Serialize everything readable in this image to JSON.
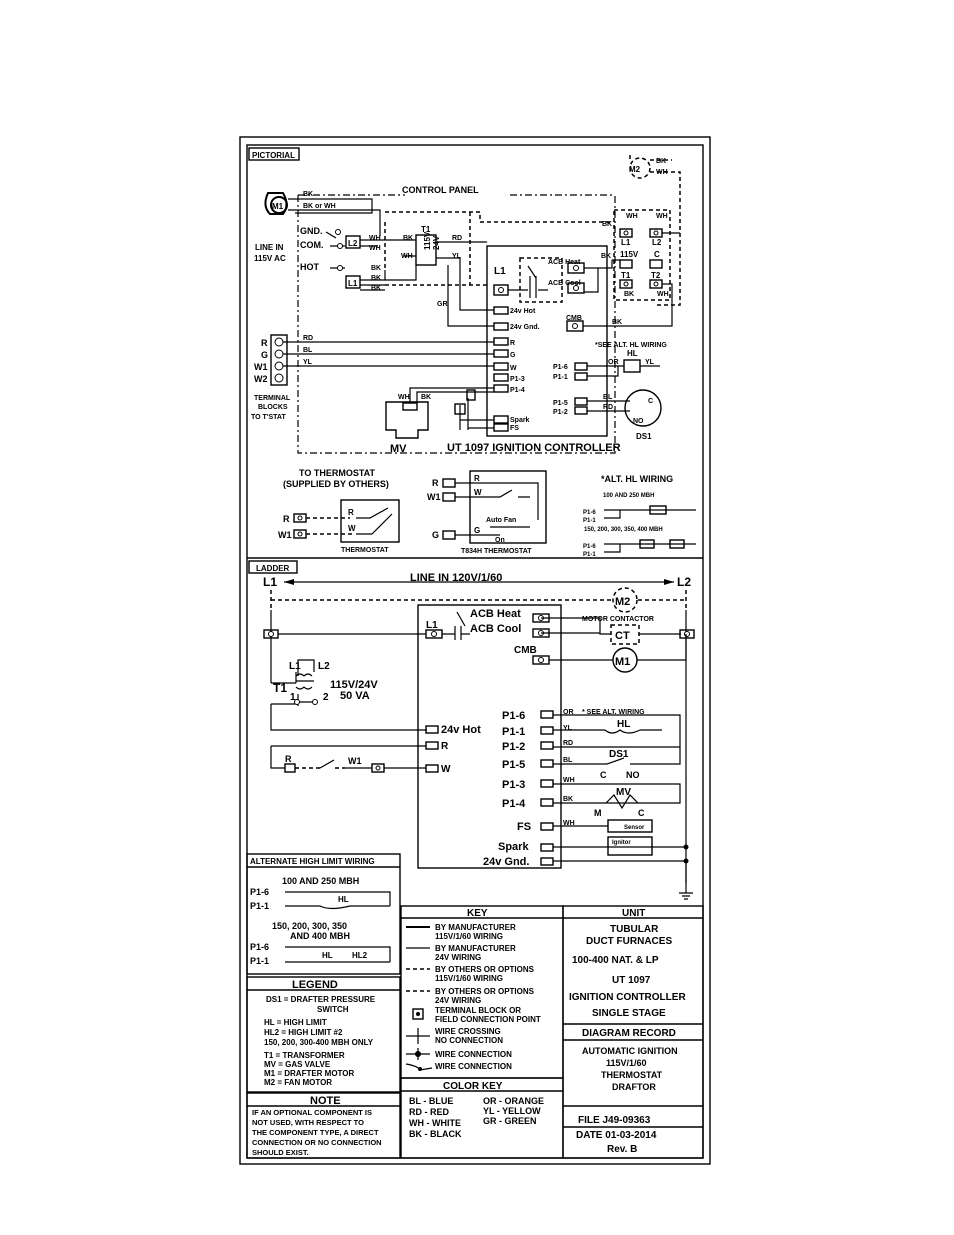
{
  "pictorial": {
    "section_label": "PICTORIAL",
    "control_panel": "CONTROL PANEL",
    "line_in": [
      "LINE IN",
      "115V AC"
    ],
    "gnd": "GND.",
    "com": "COM.",
    "hot": "HOT",
    "m1": "M1",
    "m2": "M2",
    "t1": "T1",
    "transformer_label": "24V",
    "transformer_label2": "115V",
    "l1": "L1",
    "l2": "L2",
    "wire_colors": {
      "bk": "BK",
      "wh": "WH",
      "bk_or_wh": "BK or WH",
      "rd": "RD",
      "yl": "YL",
      "gr": "GR",
      "bl": "BL",
      "or": "OR"
    },
    "acb_heat": "ACB Heat",
    "acb_cool": "ACB Cool",
    "cmb": "CMB",
    "controller_terminals": [
      "24v Hot",
      "24v Gnd.",
      "R",
      "G",
      "W",
      "P1-3",
      "P1-4",
      "Spark",
      "FS"
    ],
    "terminal_block_labels": [
      "R",
      "G",
      "W1",
      "W2"
    ],
    "terminal_blocks": [
      "TERMINAL",
      "BLOCKS",
      "TO T'STAT"
    ],
    "mv": "MV",
    "ds1": "DS1",
    "hl": "HL",
    "ut_label": "UT 1097 IGNITION CONTROLLER",
    "see_alt_hl": "*SEE ALT. HL WIRING",
    "p1_labels": [
      "P1-6",
      "P1-1",
      "P1-5",
      "P1-2"
    ],
    "contactor_labels": [
      "L1",
      "L2",
      "115V",
      "C",
      "T1",
      "T2"
    ],
    "to_thermostat": [
      "TO THERMOSTAT",
      "(SUPPLIED BY OTHERS)"
    ],
    "thermostat": "THERMOSTAT",
    "t834h": "T834H THERMOSTAT",
    "auto_fan": "Auto Fan",
    "on": "On",
    "alt_hl_title": "*ALT. HL WIRING",
    "alt_hl_100": "100 AND 250 MBH",
    "alt_hl_150": "150, 200, 300, 350, 400 MBH"
  },
  "ladder": {
    "section_label": "LADDER",
    "line_in": "LINE IN 120V/1/60",
    "l1": "L1",
    "l2": "L2",
    "m2": "M2",
    "m1": "M1",
    "motor_contactor": "MOTOR CONTACTOR",
    "ct": "CT",
    "acb_heat": "ACB Heat",
    "acb_cool": "ACB Cool",
    "cmb": "CMB",
    "t1": "T1",
    "transformer": "115V/24V",
    "va": "50 VA",
    "hot_24v": "24v Hot",
    "r": "R",
    "w": "W",
    "w1": "W1",
    "p_terms": [
      "P1-6",
      "P1-1",
      "P1-2",
      "P1-5",
      "P1-3",
      "P1-4",
      "FS",
      "Spark",
      "24v Gnd."
    ],
    "see_alt": "* SEE ALT. WIRING",
    "hl": "HL",
    "ds1": "DS1",
    "mv": "MV",
    "c_no": "C",
    "no": "NO",
    "m": "M",
    "c": "C",
    "sensor": "Sensor",
    "ignitor": "Ignitor",
    "num1": "1",
    "num2": "2"
  },
  "alt_high_limit": {
    "title": "ALTERNATE HIGH LIMIT WIRING",
    "group1": "100 AND 250 MBH",
    "group2": [
      "150, 200, 300, 350",
      "AND 400 MBH"
    ],
    "hl2": "HL2"
  },
  "legend": {
    "title": "LEGEND",
    "items": [
      "DS1 = DRAFTER PRESSURE",
      "SWITCH",
      "HL = HIGH LIMIT",
      "HL2 = HIGH LIMIT #2",
      "150, 200, 300-400 MBH ONLY",
      "T1 = TRANSFORMER",
      "MV = GAS VALVE",
      "M1 = DRAFTER MOTOR",
      "M2 = FAN MOTOR"
    ]
  },
  "note": {
    "title": "NOTE",
    "lines": [
      "IF AN OPTIONAL COMPONENT IS",
      "NOT USED, WITH RESPECT TO",
      "THE COMPONENT TYPE, A DIRECT",
      "CONNECTION OR NO CONNECTION",
      "SHOULD EXIST."
    ]
  },
  "key": {
    "title": "KEY",
    "items": [
      [
        "BY MANUFACTURER",
        "115V/1/60 WIRING"
      ],
      [
        "BY MANUFACTURER",
        "24V WIRING"
      ],
      [
        "BY OTHERS OR OPTIONS",
        "115V/1/60 WIRING"
      ],
      [
        "BY OTHERS OR OPTIONS",
        "24V WIRING"
      ],
      [
        "TERMINAL BLOCK OR",
        "FIELD CONNECTION POINT"
      ],
      [
        "WIRE CROSSING",
        "NO CONNECTION"
      ],
      [
        "WIRE CONNECTION"
      ],
      [
        "WIRE CONNECTION"
      ]
    ]
  },
  "color_key": {
    "title": "COLOR KEY",
    "left": [
      "BL - BLUE",
      "RD - RED",
      "WH - WHITE",
      "BK - BLACK"
    ],
    "right": [
      "OR - ORANGE",
      "YL - YELLOW",
      "GR - GREEN"
    ]
  },
  "unit": {
    "title": "UNIT",
    "lines": [
      "TUBULAR",
      "DUCT FURNACES",
      "100-400 NAT. & LP",
      "UT 1097",
      "IGNITION CONTROLLER",
      "SINGLE STAGE"
    ]
  },
  "diagram_record": {
    "title": "DIAGRAM RECORD",
    "lines": [
      "AUTOMATIC IGNITION",
      "115V/1/60",
      "THERMOSTAT",
      "DRAFTOR"
    ]
  },
  "file_info": {
    "file": "FILE J49-09363",
    "date": "DATE 01-03-2014",
    "rev": "Rev. B"
  }
}
